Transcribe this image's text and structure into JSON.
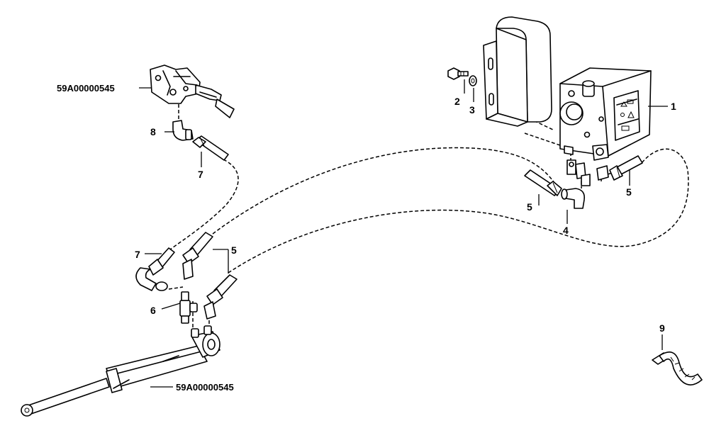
{
  "labels": {
    "p1": "1",
    "p2": "2",
    "p3": "3",
    "p4": "4",
    "p5a": "5",
    "p5b": "5",
    "p5c": "5",
    "p6": "6",
    "p7a": "7",
    "p7b": "7",
    "p8": "8",
    "p9": "9",
    "ref_top": "59A00000545",
    "ref_bottom": "59A00000545"
  }
}
